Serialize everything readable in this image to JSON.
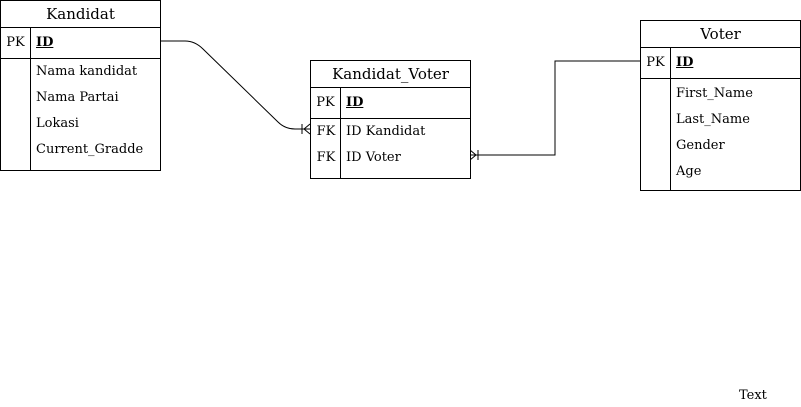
{
  "entities": {
    "kandidat": {
      "title": "Kandidat",
      "pk_label": "PK",
      "pk_field": "ID",
      "attributes": [
        "Nama kandidat",
        "Nama Partai",
        "Lokasi",
        "Current_Gradde"
      ]
    },
    "kandidat_voter": {
      "title": "Kandidat_Voter",
      "pk_label": "PK",
      "pk_field": "ID",
      "fk_label": "FK",
      "attributes": [
        "ID Kandidat",
        "ID Voter"
      ]
    },
    "voter": {
      "title": "Voter",
      "pk_label": "PK",
      "pk_field": "ID",
      "attributes": [
        "First_Name",
        "Last_Name",
        "Gender",
        "Age"
      ]
    }
  },
  "relationships": [
    {
      "from": "Kandidat",
      "to": "Kandidat_Voter",
      "from_end": "one",
      "to_end": "one-or-many"
    },
    {
      "from": "Voter",
      "to": "Kandidat_Voter",
      "from_end": "one",
      "to_end": "one-or-many"
    }
  ],
  "free_text": "Text"
}
